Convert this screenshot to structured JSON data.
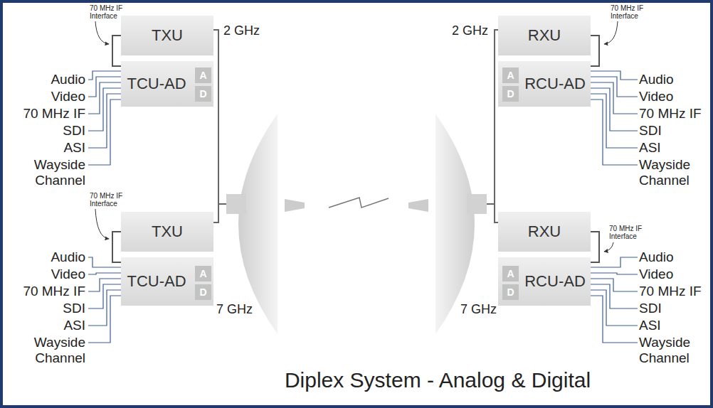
{
  "diagram": {
    "title": "Diplex System - Analog & Digital",
    "nodes": [
      {
        "text": [
          "TXU"
        ]
      },
      {
        "text": [
          "TCU-AD"
        ]
      },
      {
        "text": [
          "A"
        ],
        "in": 1
      },
      {
        "text": [
          "D"
        ],
        "in": 1
      },
      {
        "text": [
          "RXU"
        ]
      },
      {
        "text": [
          "RCU-AD"
        ]
      },
      {
        "text": [
          "A"
        ],
        "in": 5
      },
      {
        "text": [
          "D"
        ],
        "in": 5
      },
      {
        "text": [
          "TXU"
        ]
      },
      {
        "text": [
          "TCU-AD"
        ]
      },
      {
        "text": [
          "A"
        ],
        "in": 9
      },
      {
        "text": [
          "D"
        ],
        "in": 9
      },
      {
        "text": [
          "RXU"
        ]
      },
      {
        "text": [
          "RCU-AD"
        ]
      },
      {
        "text": [
          "A"
        ],
        "in": 13
      },
      {
        "text": [
          "D"
        ],
        "in": 13
      }
    ],
    "edges": [
      {
        "from": 1,
        "to": 0,
        "arrow": "none"
      },
      {
        "from": 4,
        "to": 5,
        "arrow": "none"
      },
      {
        "from": 9,
        "to": 8,
        "arrow": "none"
      },
      {
        "from": 12,
        "to": 13,
        "arrow": "none"
      }
    ],
    "labels": [
      "70 MHz IF Interface",
      "2 GHz",
      "Audio",
      "Video",
      "70 MHz IF",
      "SDI",
      "ASI",
      "Wayside Channel",
      "70 MHz IF Interface",
      "2 GHz",
      "Audio",
      "Video",
      "70 MHz IF",
      "SDI",
      "ASI",
      "Wayside Channel",
      "70 MHz IF Interface",
      "Audio",
      "Video",
      "70 MHz IF",
      "SDI",
      "ASI",
      "Wayside Channel",
      "7 GHz",
      "70 MHz IF Interface",
      "7 GHz",
      "Audio",
      "Video",
      "70 MHz IF",
      "SDI",
      "ASI",
      "Wayside Channel"
    ]
  }
}
